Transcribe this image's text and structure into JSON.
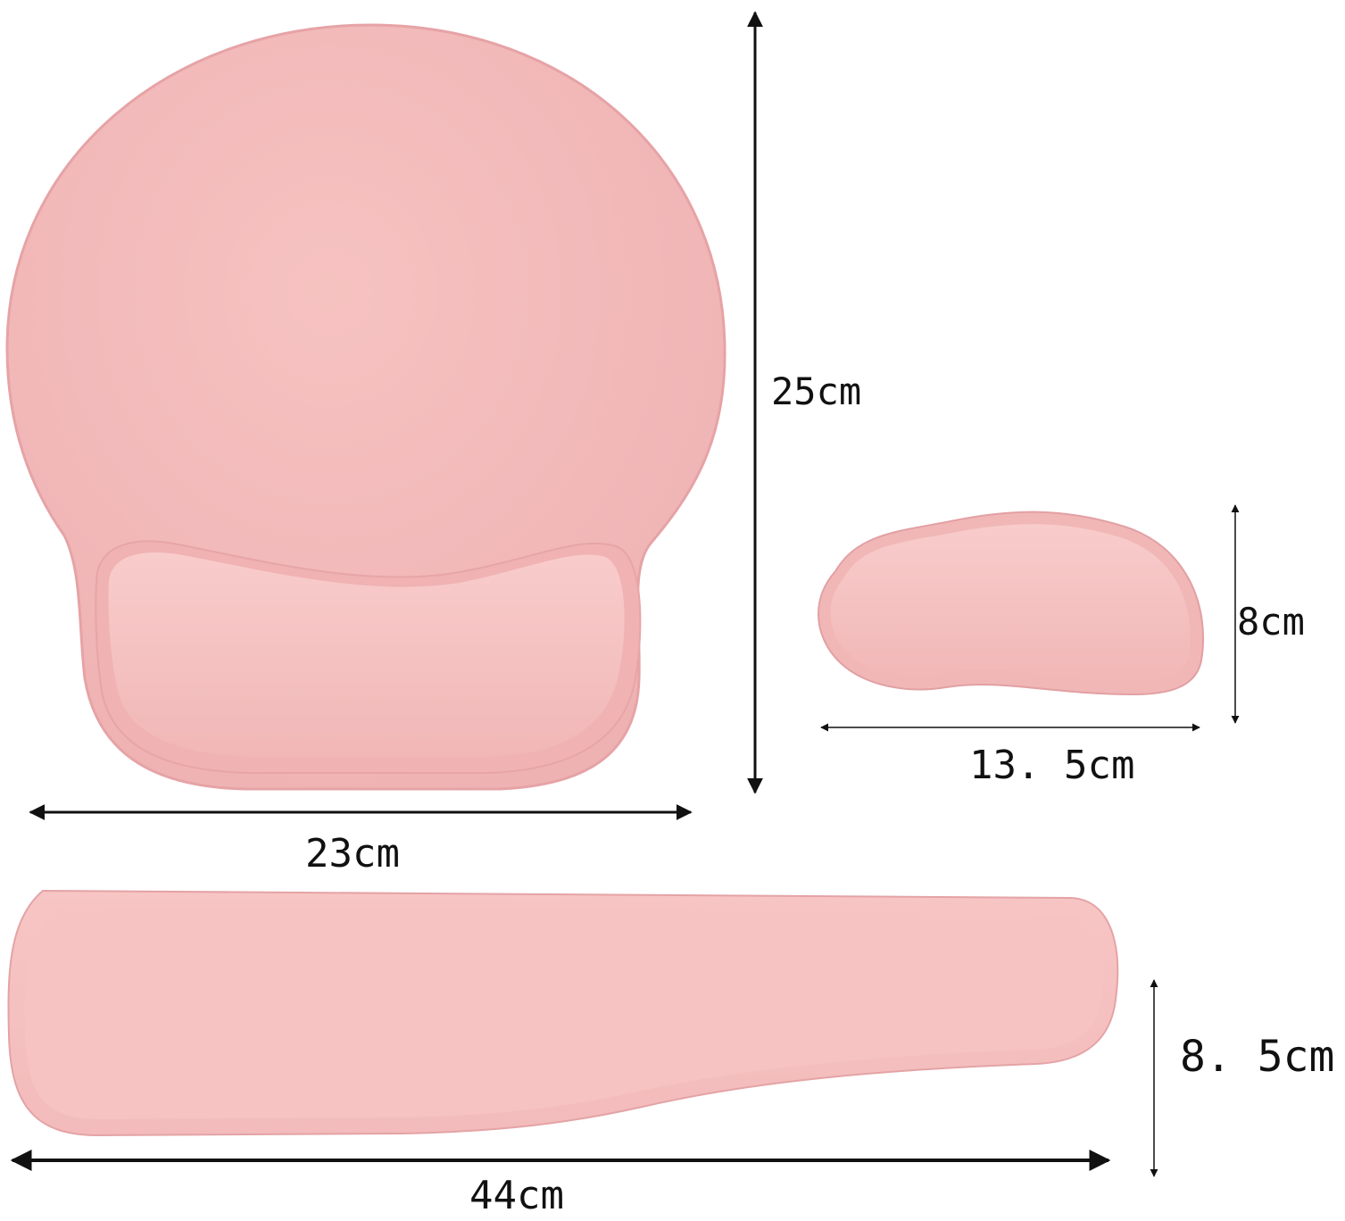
{
  "product": {
    "color_pad": "#f3bcbc",
    "color_pad_edge": "#eaa9ab",
    "color_rest": "#f6c4c3",
    "color_shadow": "#e09c9f"
  },
  "dimensions": {
    "mouse_pad_height": "25cm",
    "mouse_pad_width": "23cm",
    "palm_rest_height": "8cm",
    "palm_rest_width": "13. 5cm",
    "keyboard_rest_height": "8. 5cm",
    "keyboard_rest_width": "44cm"
  }
}
